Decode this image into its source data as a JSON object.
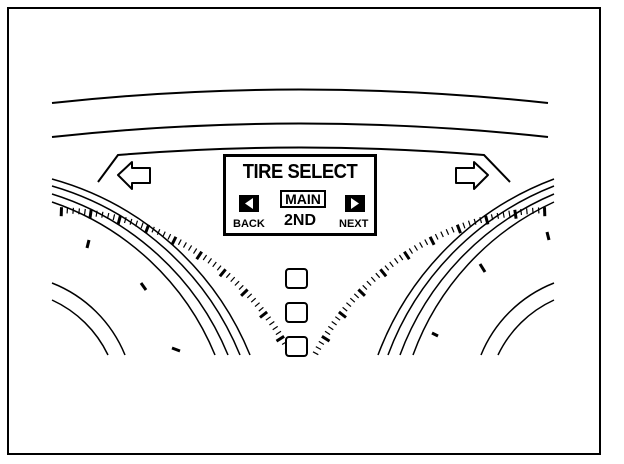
{
  "display": {
    "title": "TIRE SELECT",
    "selected_option": "MAIN",
    "other_option": "2ND",
    "back_label": "BACK",
    "next_label": "NEXT"
  },
  "icons": {
    "left_arrow": "arrow-left-outline-icon",
    "right_arrow": "arrow-right-outline-icon",
    "back_triangle": "triangle-left-icon",
    "next_triangle": "triangle-right-icon"
  }
}
